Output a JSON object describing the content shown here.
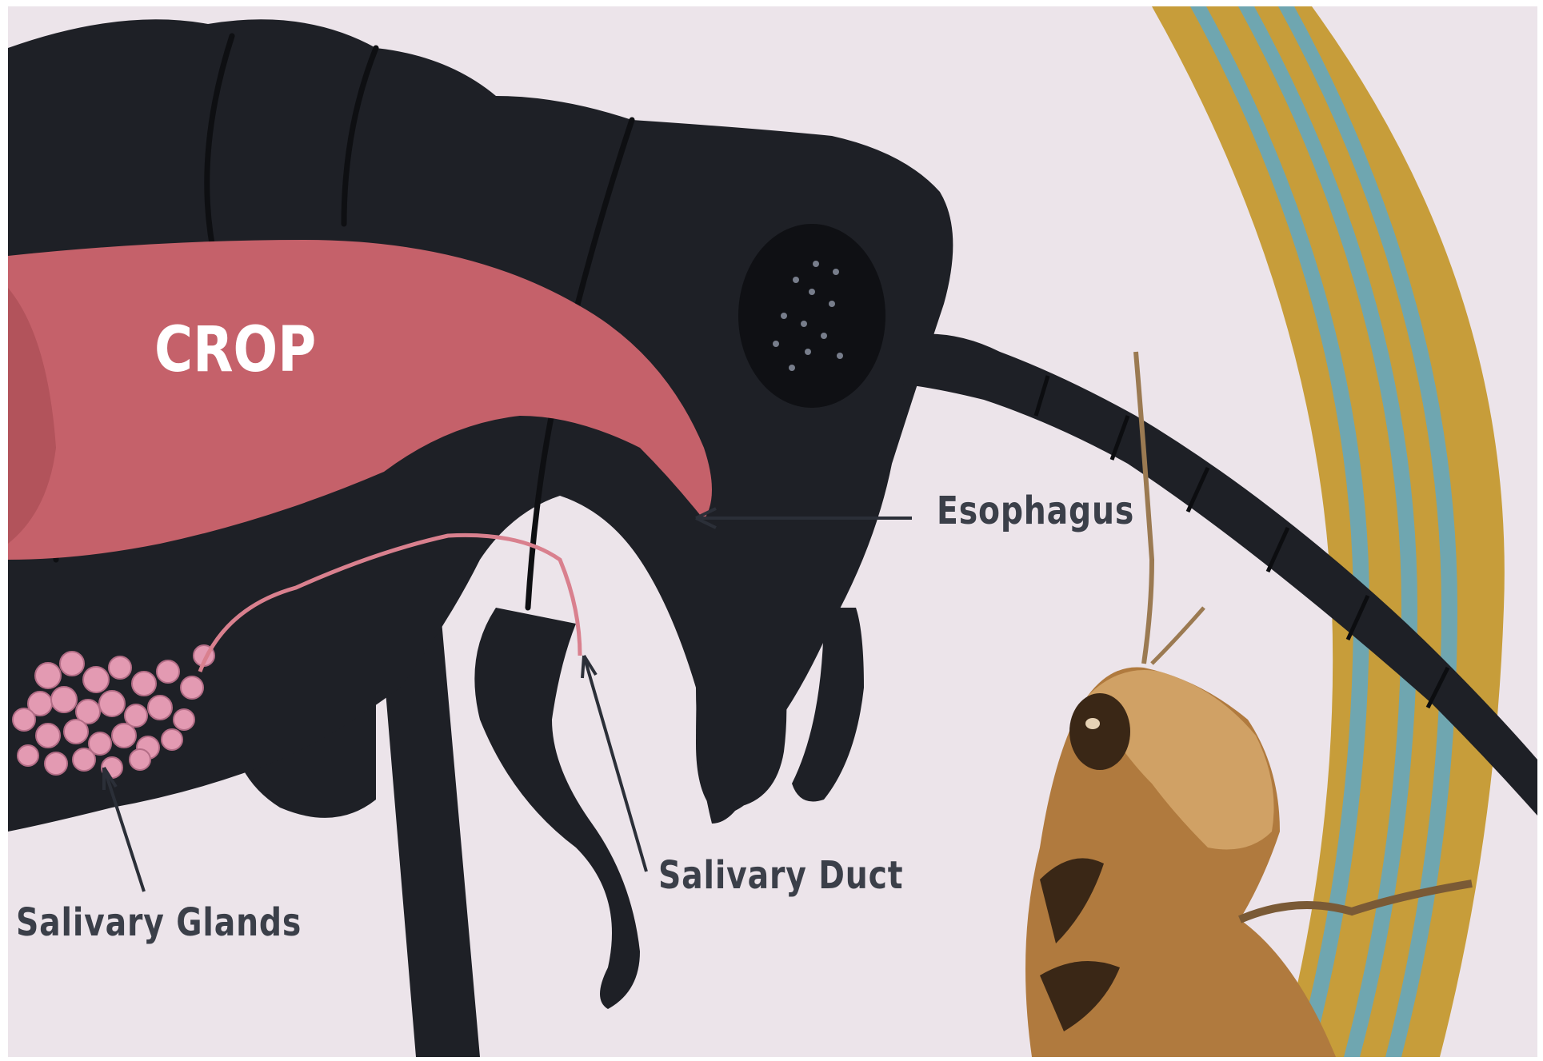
{
  "labels": {
    "crop": "CROP",
    "esophagus": "Esophagus",
    "salivary_duct": "Salivary Duct",
    "salivary_glands": "Salivary Glands"
  },
  "colors": {
    "background": "#ece4ea",
    "insect_body": "#1e2026",
    "crop": "#c5616a",
    "salivary_glands": "#e39ab2",
    "label_text": "#3b3f49",
    "leaf_gold": "#c79d3a",
    "leaf_teal": "#6fa6b0",
    "grasshopper": "#b07a3e"
  }
}
